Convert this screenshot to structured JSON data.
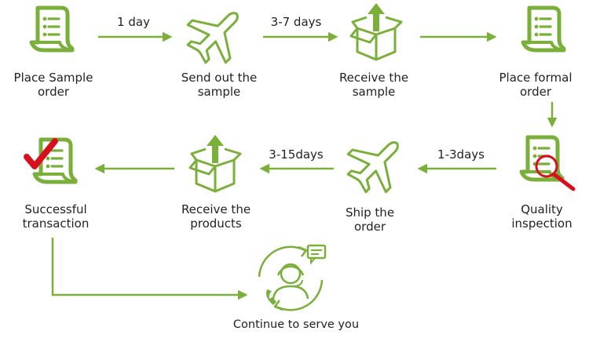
{
  "colors": {
    "green": "#7aaf3a",
    "red": "#d8101d",
    "text": "#222222",
    "background": "#ffffff"
  },
  "steps": [
    {
      "label_lines": [
        "Place Sample",
        "order"
      ],
      "icon": "document-icon"
    },
    {
      "label_lines": [
        "Send out the",
        "sample"
      ],
      "icon": "airplane-icon"
    },
    {
      "label_lines": [
        "Receive the",
        "sample"
      ],
      "icon": "box-arrow-icon"
    },
    {
      "label_lines": [
        "Place formal",
        "order"
      ],
      "icon": "document-icon"
    },
    {
      "label_lines": [
        "Quality",
        "inspection"
      ],
      "icon": "document-magnifier-icon"
    },
    {
      "label_lines": [
        "Ship the",
        "order"
      ],
      "icon": "airplane-icon"
    },
    {
      "label_lines": [
        "Receive the",
        "products"
      ],
      "icon": "box-arrow-icon"
    },
    {
      "label_lines": [
        "Successful",
        "transaction"
      ],
      "icon": "document-checkmark-icon"
    },
    {
      "label_lines": [
        "Continue to serve you"
      ],
      "icon": "customer-service-icon"
    }
  ],
  "edges": [
    {
      "from": 0,
      "to": 1,
      "label": "1 day"
    },
    {
      "from": 1,
      "to": 2,
      "label": "3-7 days"
    },
    {
      "from": 2,
      "to": 3,
      "label": ""
    },
    {
      "from": 3,
      "to": 4,
      "label": ""
    },
    {
      "from": 4,
      "to": 5,
      "label": "1-3days"
    },
    {
      "from": 5,
      "to": 6,
      "label": "3-15days"
    },
    {
      "from": 6,
      "to": 7,
      "label": ""
    },
    {
      "from": 7,
      "to": 8,
      "label": ""
    }
  ]
}
